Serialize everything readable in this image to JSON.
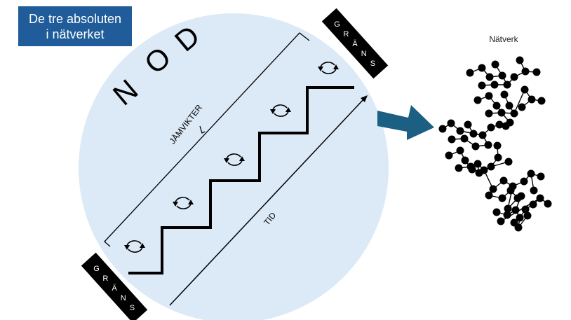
{
  "title": {
    "line1": "De tre absoluten",
    "line2": "i nätverket",
    "background": "#1f5c99"
  },
  "node": {
    "label_letters": [
      "N",
      "O",
      "D"
    ],
    "fill": "#dce9f6"
  },
  "equilibrium_label": "JÄMVIKTER",
  "time_label": "TID",
  "boundary_top": {
    "letters": [
      "G",
      "R",
      "Ä",
      "N",
      "S"
    ]
  },
  "boundary_bottom": {
    "letters": [
      "G",
      "R",
      "Ä",
      "N",
      "S"
    ]
  },
  "cycle_icons": [
    {
      "name": "equilibrium-cycle-1"
    },
    {
      "name": "equilibrium-cycle-2"
    },
    {
      "name": "equilibrium-cycle-3"
    },
    {
      "name": "equilibrium-cycle-4"
    },
    {
      "name": "equilibrium-cycle-5"
    }
  ],
  "arrow": {
    "color": "#1b5f82"
  },
  "network": {
    "label": "Nätverk",
    "node_color": "#000000"
  }
}
